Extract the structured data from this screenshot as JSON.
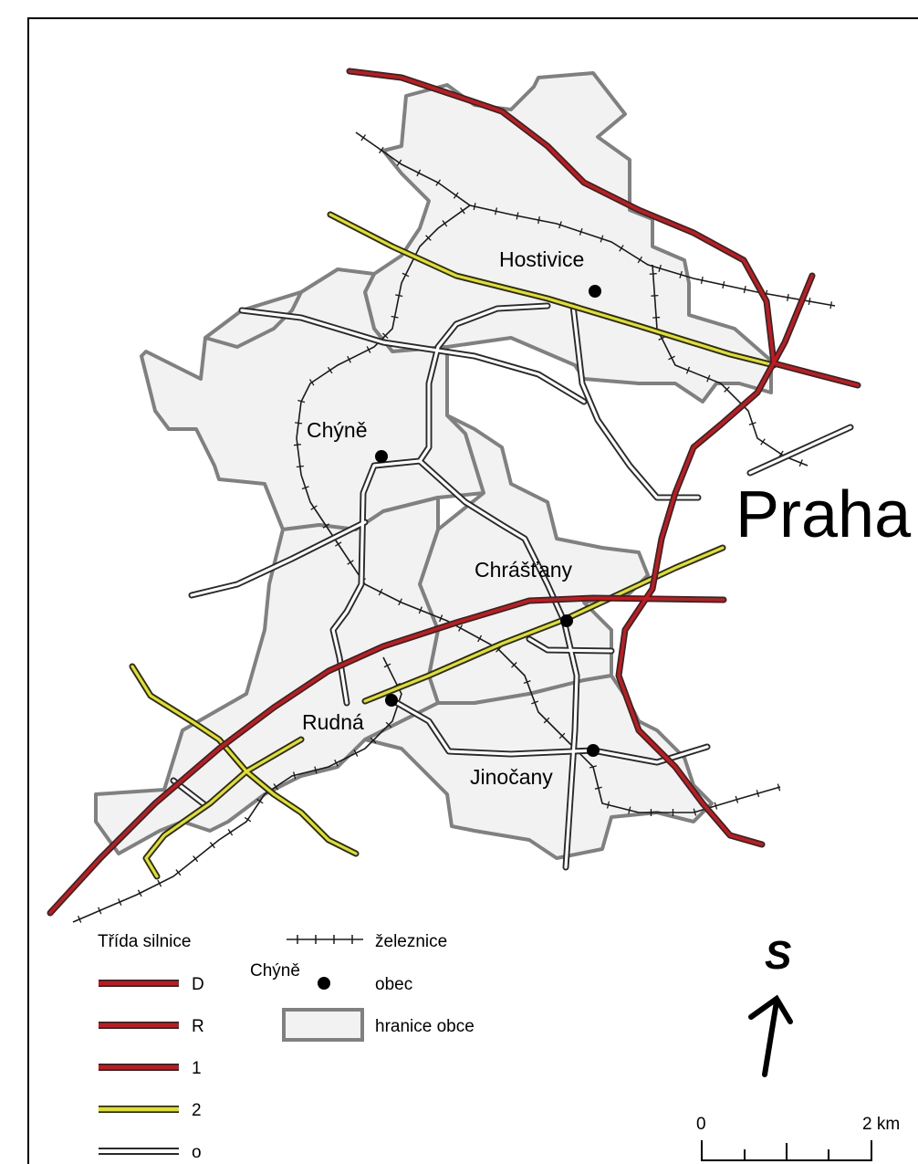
{
  "map": {
    "region_label": "Praha",
    "municipalities": [
      {
        "name": "Hostivice"
      },
      {
        "name": "Chýně"
      },
      {
        "name": "Chrášťany"
      },
      {
        "name": "Rudná"
      },
      {
        "name": "Jinočany"
      }
    ]
  },
  "legend": {
    "road_class_title": "Třída silnice",
    "road_classes": [
      {
        "label": "D",
        "color": "#c8181e"
      },
      {
        "label": "R",
        "color": "#c8181e"
      },
      {
        "label": "1",
        "color": "#c8181e"
      },
      {
        "label": "2",
        "color": "#e3e21a"
      },
      {
        "label": "o",
        "color": "#ffffff"
      }
    ],
    "railway_label": "železnice",
    "municipality_example": "Chýně",
    "municipality_label": "obec",
    "boundary_label": "hranice obce"
  },
  "north_arrow": {
    "label": "S"
  },
  "scale_bar": {
    "start_label": "0",
    "end_label": "2 km"
  },
  "colors": {
    "municipality_fill": "#f2f2f2",
    "boundary_stroke": "#808080",
    "road_red": "#c8181e",
    "road_yellow": "#e3e21a",
    "road_casing": "#2a2a2a"
  }
}
